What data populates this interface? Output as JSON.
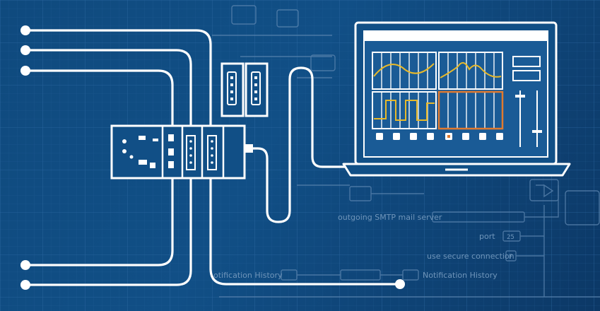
{
  "background_labels": {
    "smtp_server": "outgoing SMTP mail server",
    "port": "port",
    "port_value": "25",
    "secure_connection": "use secure connection",
    "secure_value": "F",
    "notification_history_left": "otification History",
    "notification_history_right": "Notification History"
  },
  "colors": {
    "background": "#114f86",
    "line": "#ffffff",
    "ghost": "#6f95ba",
    "trace_yellow": "#e8b92a",
    "highlight_orange": "#e07a2e"
  }
}
